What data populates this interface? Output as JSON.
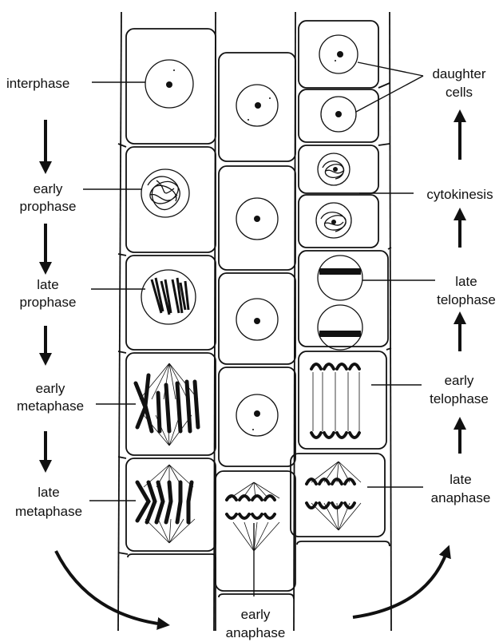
{
  "labels": {
    "interphase": "interphase",
    "early_prophase": [
      "early",
      "prophase"
    ],
    "late_prophase": [
      "late",
      "prophase"
    ],
    "early_metaphase": [
      "early",
      "metaphase"
    ],
    "late_metaphase": [
      "late",
      "metaphase"
    ],
    "early_anaphase": [
      "early",
      "anaphase"
    ],
    "late_anaphase": [
      "late",
      "anaphase"
    ],
    "early_telophase": [
      "early",
      "telophase"
    ],
    "late_telophase": [
      "late",
      "telophase"
    ],
    "cytokinesis": "cytokinesis",
    "daughter_cells": [
      "daughter",
      "cells"
    ]
  }
}
